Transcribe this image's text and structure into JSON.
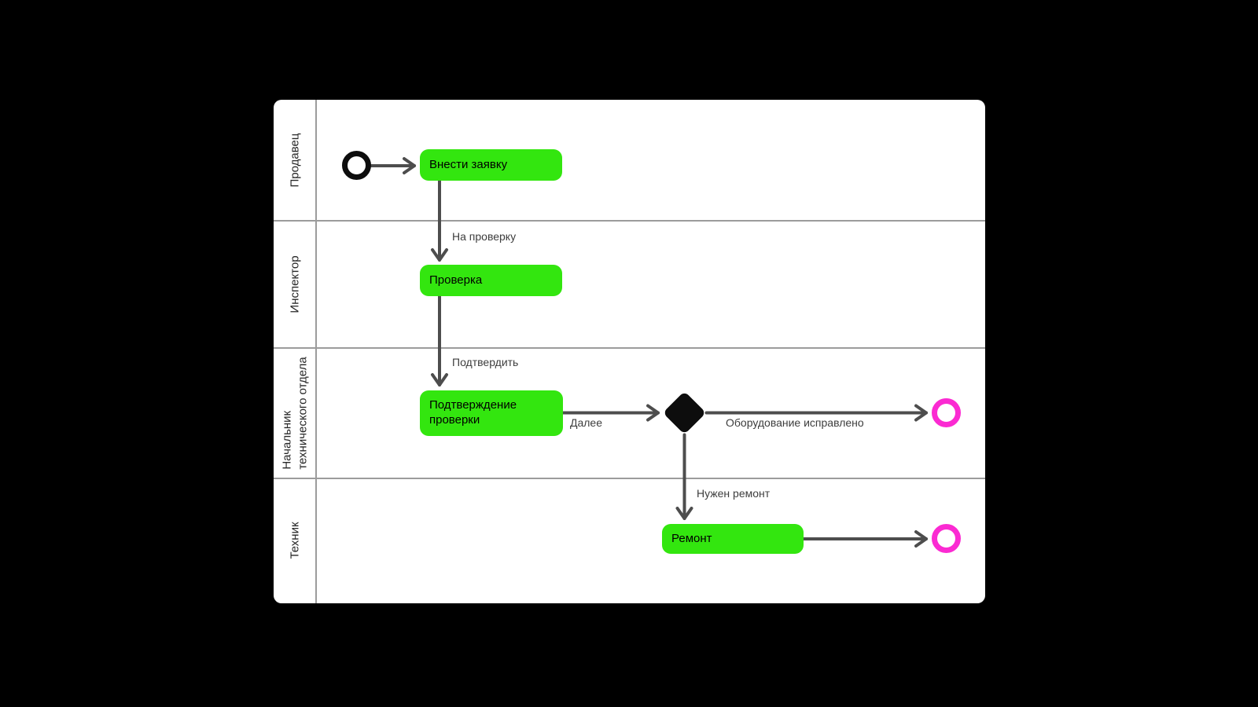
{
  "diagram": {
    "type": "bpmn-swimlane",
    "colors": {
      "task_fill": "#33e60f",
      "end_event_stroke": "#fb2ad2",
      "start_event_stroke": "#0d0d0d",
      "connector": "#4d4d4d",
      "lane_border": "#9c9c9c",
      "canvas_background": "#ffffff",
      "page_background": "#000000"
    },
    "lanes": [
      {
        "label": "Продавец"
      },
      {
        "label": "Инспектор"
      },
      {
        "label": "Начальник\nтехнического отдела"
      },
      {
        "label": "Техник"
      }
    ],
    "nodes": {
      "start_event": {
        "shape": "circle"
      },
      "task_submit": {
        "label": "Внести заявку"
      },
      "task_check": {
        "label": "Проверка"
      },
      "task_confirm": {
        "label": "Подтверждение проверки"
      },
      "gateway": {
        "shape": "exclusive-gateway"
      },
      "task_repair": {
        "label": "Ремонт"
      },
      "end_event_fixed": {
        "shape": "circle"
      },
      "end_event_repaired": {
        "shape": "circle"
      }
    },
    "flows": {
      "to_check": {
        "label": "На проверку"
      },
      "to_confirm": {
        "label": "Подтвердить"
      },
      "to_gateway": {
        "label": "Далее"
      },
      "equipment_fixed": {
        "label": "Оборудование исправлено"
      },
      "needs_repair": {
        "label": "Нужен ремонт"
      }
    }
  }
}
